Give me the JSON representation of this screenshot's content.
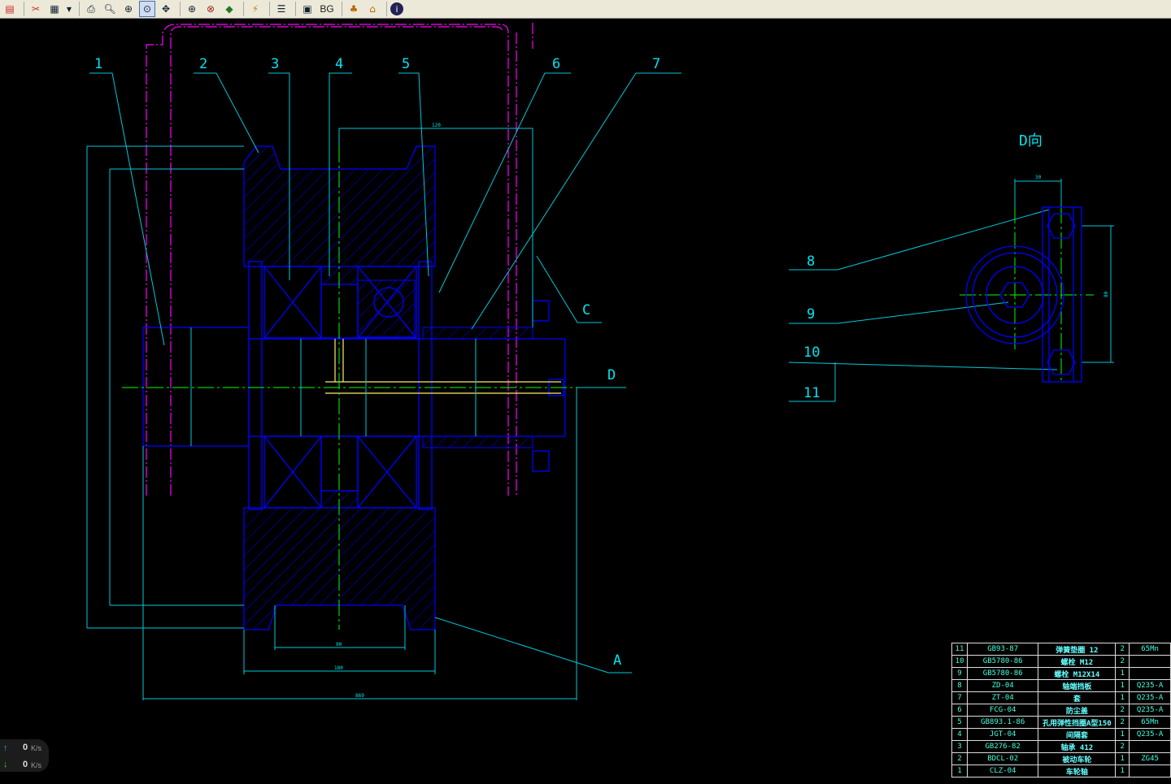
{
  "toolbar": {
    "icons": [
      "app-icon",
      "open-file-icon",
      "paste-icon",
      "dropdown-arrow-icon",
      "print-icon",
      "zoom-out-icon",
      "zoom-in-icon",
      "zoom-window-icon",
      "pan-icon",
      "zoom-all-icon",
      "zoom-previous-icon",
      "layer-icon",
      "measure-icon",
      "layers-icon",
      "display-icon",
      "text-icon",
      "tree-icon",
      "home-icon",
      "info-icon"
    ],
    "bg_label": "BG"
  },
  "drawing": {
    "balloons": [
      "1",
      "2",
      "3",
      "4",
      "5",
      "6",
      "7"
    ],
    "side_balloons": [
      "8",
      "9",
      "10",
      "11"
    ],
    "section_letters": {
      "c": "C",
      "d": "D",
      "a": "A"
    },
    "view_title": "D向",
    "dims": {
      "d120": "120",
      "d90": "90",
      "d180": "180",
      "d869": "869",
      "d30": "30",
      "d80": "80"
    },
    "colors": {
      "outline": "#0000ff",
      "leader": "#00c8d8",
      "centerline": "#00ff00",
      "hidden": "#ff00ff",
      "hatch": "#0000ff",
      "text": "#00e5f0"
    }
  },
  "bom": {
    "rows": [
      {
        "no": "11",
        "code": "GB93-87",
        "name": "弹簧垫圈 12",
        "qty": "2",
        "mat": "65Mn"
      },
      {
        "no": "10",
        "code": "GB5780-86",
        "name": "螺栓  M12",
        "qty": "2",
        "mat": ""
      },
      {
        "no": "9",
        "code": "GB5780-86",
        "name": "螺栓 M12X14",
        "qty": "1",
        "mat": ""
      },
      {
        "no": "8",
        "code": "ZD-04",
        "name": "轴端挡板",
        "qty": "1",
        "mat": "Q235-A"
      },
      {
        "no": "7",
        "code": "ZT-04",
        "name": "套",
        "qty": "1",
        "mat": "Q235-A"
      },
      {
        "no": "6",
        "code": "FCG-04",
        "name": "防尘盖",
        "qty": "2",
        "mat": "Q235-A"
      },
      {
        "no": "5",
        "code": "GB893.1-86",
        "name": "孔用弹性挡圈A型150",
        "qty": "2",
        "mat": "65Mn"
      },
      {
        "no": "4",
        "code": "JGT-04",
        "name": "间隔套",
        "qty": "1",
        "mat": "Q235-A"
      },
      {
        "no": "3",
        "code": "GB276-82",
        "name": "轴承 412",
        "qty": "2",
        "mat": ""
      },
      {
        "no": "2",
        "code": "BDCL-02",
        "name": "被动车轮",
        "qty": "1",
        "mat": "ZG45"
      },
      {
        "no": "1",
        "code": "CLZ-04",
        "name": "车轮轴",
        "qty": "1",
        "mat": ""
      }
    ]
  },
  "net_speed": {
    "up": "0",
    "down": "0",
    "unit": "K/s"
  }
}
